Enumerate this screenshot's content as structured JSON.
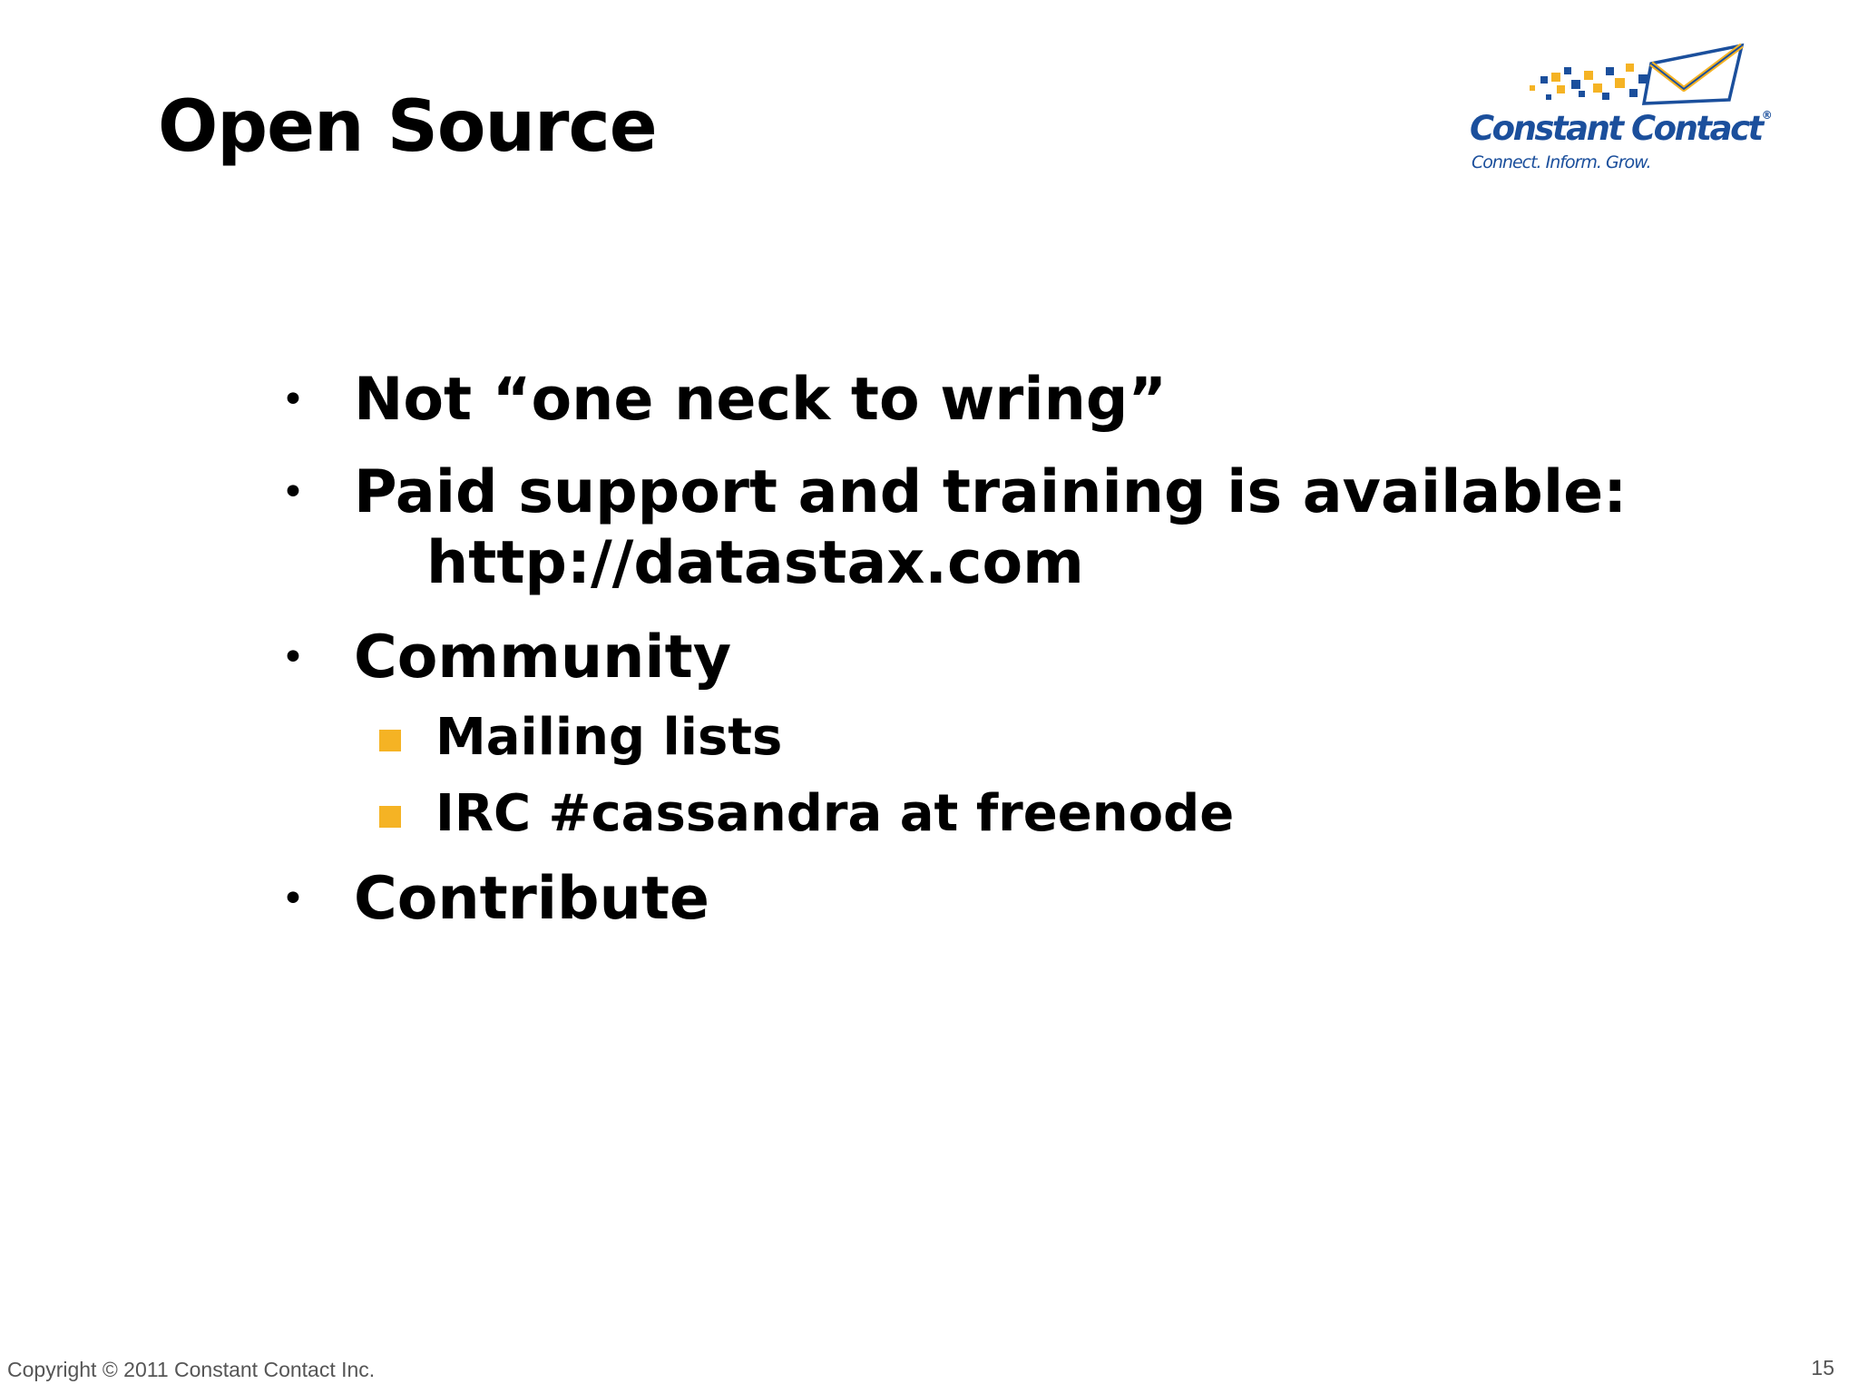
{
  "slide": {
    "title": "Open Source",
    "bullets": [
      {
        "text": "Not “one neck to wring”"
      },
      {
        "text": "Paid support and training is available:",
        "continuation": "http://datastax.com"
      },
      {
        "text": "Community"
      },
      {
        "text": "Contribute"
      }
    ],
    "sub_bullets": [
      {
        "text": "Mailing lists"
      },
      {
        "text": "IRC #cassandra at freenode"
      }
    ],
    "bullet_glyph": "•",
    "sub_bullet_color": "#F5B324",
    "footer": {
      "copyright": "Copyright © 2011 Constant Contact Inc.",
      "page_number": "15"
    }
  },
  "logo": {
    "name": "Constant Contact",
    "registered_mark": "®",
    "tagline": "Connect. Inform. Grow.",
    "name_color": "#1B4F9C",
    "tagline_color": "#1B4F9C",
    "accent_color": "#F5B324",
    "icon": "envelope-icon"
  }
}
